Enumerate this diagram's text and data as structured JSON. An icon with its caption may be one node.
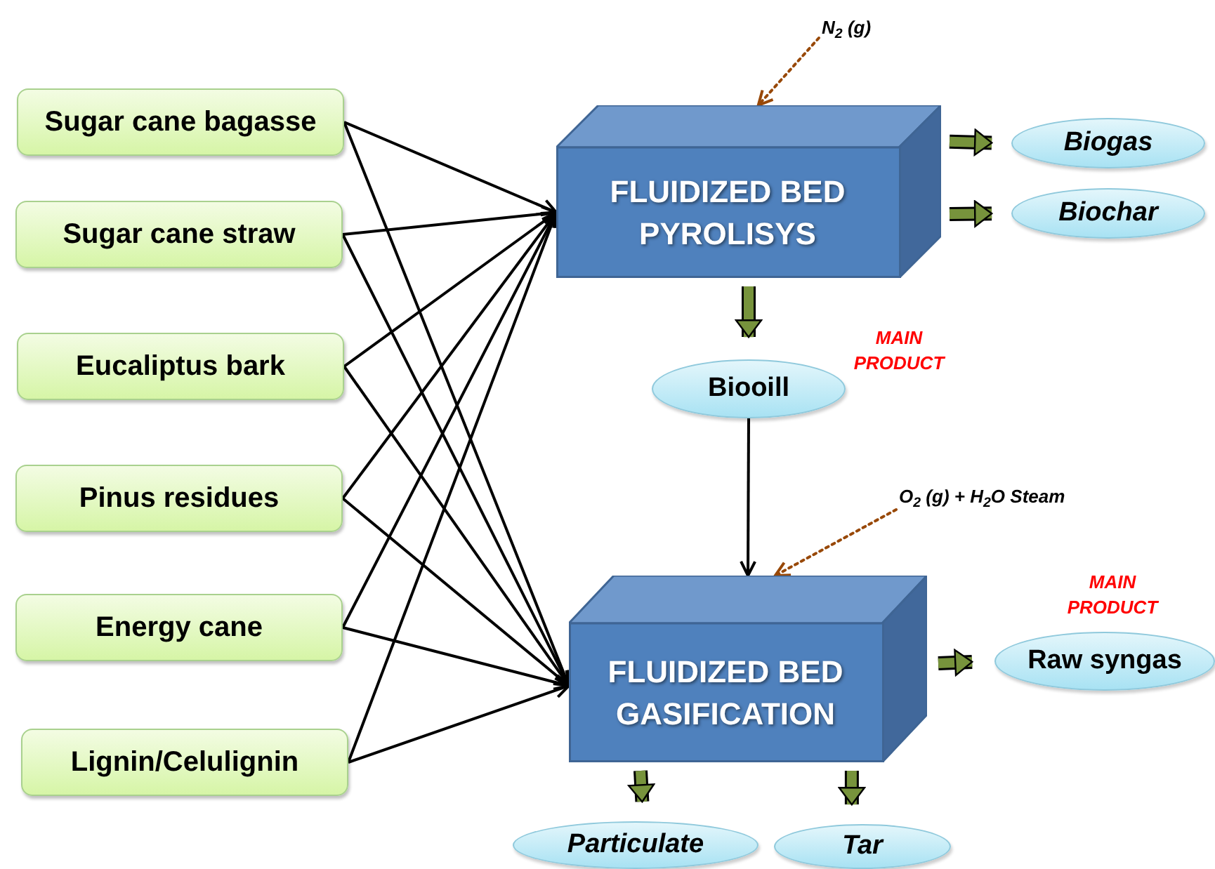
{
  "diagram": {
    "nodes": [
      {
        "text": [
          "Sugar cane bagasse"
        ]
      },
      {
        "text": [
          "Sugar cane straw"
        ]
      },
      {
        "text": [
          "Eucaliptus bark"
        ]
      },
      {
        "text": [
          "Pinus residues"
        ]
      },
      {
        "text": [
          "Energy cane"
        ]
      },
      {
        "text": [
          "Lignin/Celulignin"
        ]
      },
      {
        "text": [
          "FLUIDIZED BED PYROLISYS"
        ]
      },
      {
        "text": [
          "FLUIDIZED BED GASIFICATION"
        ]
      },
      {
        "text": [
          "Biogas"
        ]
      },
      {
        "text": [
          "Biochar"
        ]
      },
      {
        "text": [
          "Biooill"
        ],
        "beside": [
          "MAIN PRODUCT"
        ]
      },
      {
        "text": [
          "Raw syngas"
        ],
        "beside": [
          "MAIN PRODUCT"
        ]
      },
      {
        "text": [
          "Particulate"
        ]
      },
      {
        "text": [
          "Tar"
        ]
      },
      {
        "text": [
          "N$_{2}$ (g)"
        ]
      },
      {
        "text": [
          "O$_{2}$ (g) + H$_{2}$O Steam"
        ]
      }
    ],
    "edges": [
      {
        "from": 0,
        "to": 6,
        "arrow": "to"
      },
      {
        "from": 0,
        "to": 7,
        "arrow": "to"
      },
      {
        "from": 1,
        "to": 6,
        "arrow": "to"
      },
      {
        "from": 1,
        "to": 7,
        "arrow": "to"
      },
      {
        "from": 2,
        "to": 6,
        "arrow": "to"
      },
      {
        "from": 2,
        "to": 7,
        "arrow": "to"
      },
      {
        "from": 3,
        "to": 6,
        "arrow": "to"
      },
      {
        "from": 3,
        "to": 7,
        "arrow": "to"
      },
      {
        "from": 4,
        "to": 6,
        "arrow": "to"
      },
      {
        "from": 4,
        "to": 7,
        "arrow": "to"
      },
      {
        "from": 5,
        "to": 6,
        "arrow": "to"
      },
      {
        "from": 5,
        "to": 7,
        "arrow": "to"
      },
      {
        "from": 6,
        "to": 8,
        "arrow": "to",
        "style": "thick",
        "color": "#77933c"
      },
      {
        "from": 6,
        "to": 9,
        "arrow": "to",
        "style": "thick",
        "color": "#77933c"
      },
      {
        "from": 6,
        "to": 10,
        "arrow": "to",
        "style": "thick",
        "color": "#77933c"
      },
      {
        "from": 10,
        "to": 7,
        "arrow": "to"
      },
      {
        "from": 7,
        "to": 11,
        "arrow": "to",
        "style": "thick",
        "color": "#77933c"
      },
      {
        "from": 7,
        "to": 12,
        "arrow": "to",
        "style": "thick",
        "color": "#77933c"
      },
      {
        "from": 7,
        "to": 13,
        "arrow": "to",
        "style": "thick",
        "color": "#77933c"
      },
      {
        "from": 14,
        "to": 6,
        "arrow": "to",
        "style": "dashed",
        "color": "#984807"
      },
      {
        "from": 15,
        "to": 7,
        "arrow": "to",
        "style": "dashed",
        "color": "#984807"
      }
    ]
  }
}
